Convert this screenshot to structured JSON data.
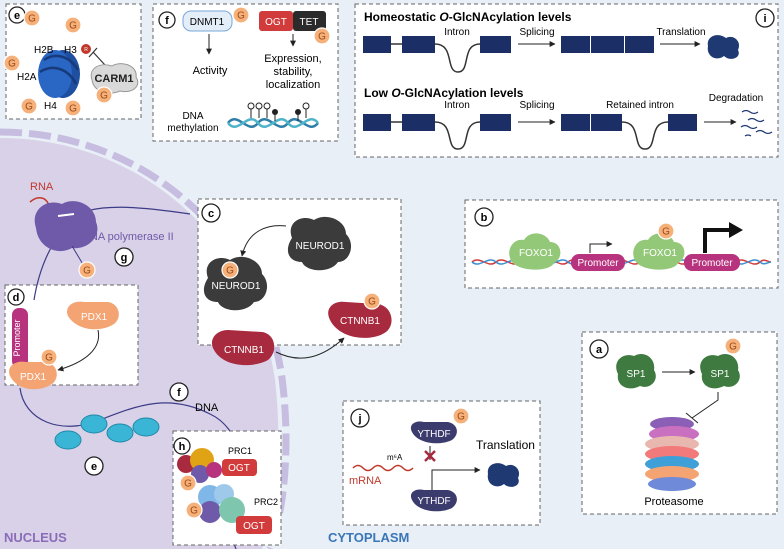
{
  "regions": {
    "nucleus_label": "NUCLEUS",
    "cytoplasm_label": "CYTOPLASM"
  },
  "g_symbol": "G",
  "panel_e_top": {
    "badge": "e",
    "histones": [
      "H2B",
      "H3",
      "H2A",
      "H4"
    ],
    "carm1": "CARM1",
    "arg_mark": "R"
  },
  "panel_f_top": {
    "badge": "f",
    "dnmt1": "DNMT1",
    "ogt": "OGT",
    "tet": "TET",
    "activity": "Activity",
    "expression_lines": [
      "Expression,",
      "stability,",
      "localization"
    ],
    "methylation_lines": [
      "DNA",
      "methylation"
    ]
  },
  "panel_i": {
    "badge": "i",
    "homeostatic_title_parts": [
      "Homeostatic ",
      "O",
      "-GlcNAcylation levels"
    ],
    "low_title_parts": [
      "Low ",
      "O",
      "-GlcNAcylation levels"
    ],
    "intron": "Intron",
    "splicing": "Splicing",
    "translation": "Translation",
    "retained_intron": "Retained intron",
    "degradation": "Degradation"
  },
  "nucleus_elements": {
    "rna": "RNA",
    "rna_polymerase": "RNA polymerase II",
    "badge_g": "g",
    "dna": "DNA",
    "badge_f": "f",
    "badge_e": "e"
  },
  "panel_c": {
    "badge": "c",
    "neurod1": "NEUROD1",
    "ctnnb1": "CTNNB1"
  },
  "panel_d": {
    "badge": "d",
    "promoter": "Promoter",
    "pdx1": "PDX1"
  },
  "panel_h": {
    "badge": "h",
    "prc1": "PRC1",
    "prc2": "PRC2",
    "ogt": "OGT"
  },
  "panel_b": {
    "badge": "b",
    "foxo1": "FOXO1",
    "promoter": "Promoter"
  },
  "panel_a": {
    "badge": "a",
    "sp1": "SP1",
    "proteasome": "Proteasome"
  },
  "panel_j": {
    "badge": "j",
    "ythdf": "YTHDF",
    "m6a": "m⁶A",
    "mrna": "mRNA",
    "translation": "Translation"
  },
  "colors": {
    "background": "#e8eff6",
    "nucleus": "#d9d1e8",
    "g_circle": "#f6b07a",
    "g_text": "#9b4a16",
    "exon": "#1b2f66",
    "ogt": "#d23b3b",
    "promoter": "#b7337e",
    "foxo1": "#94c879",
    "sp1": "#3f7a41",
    "pdx1": "#f4a372",
    "ctnnb1": "#a82a3f",
    "neurod1": "#3b3b3b",
    "polymerase": "#6e5aa8",
    "nucleosome": "#3bb5d6",
    "region_label": "#8a6cb8",
    "cytoplasm_label": "#3a76b8"
  }
}
